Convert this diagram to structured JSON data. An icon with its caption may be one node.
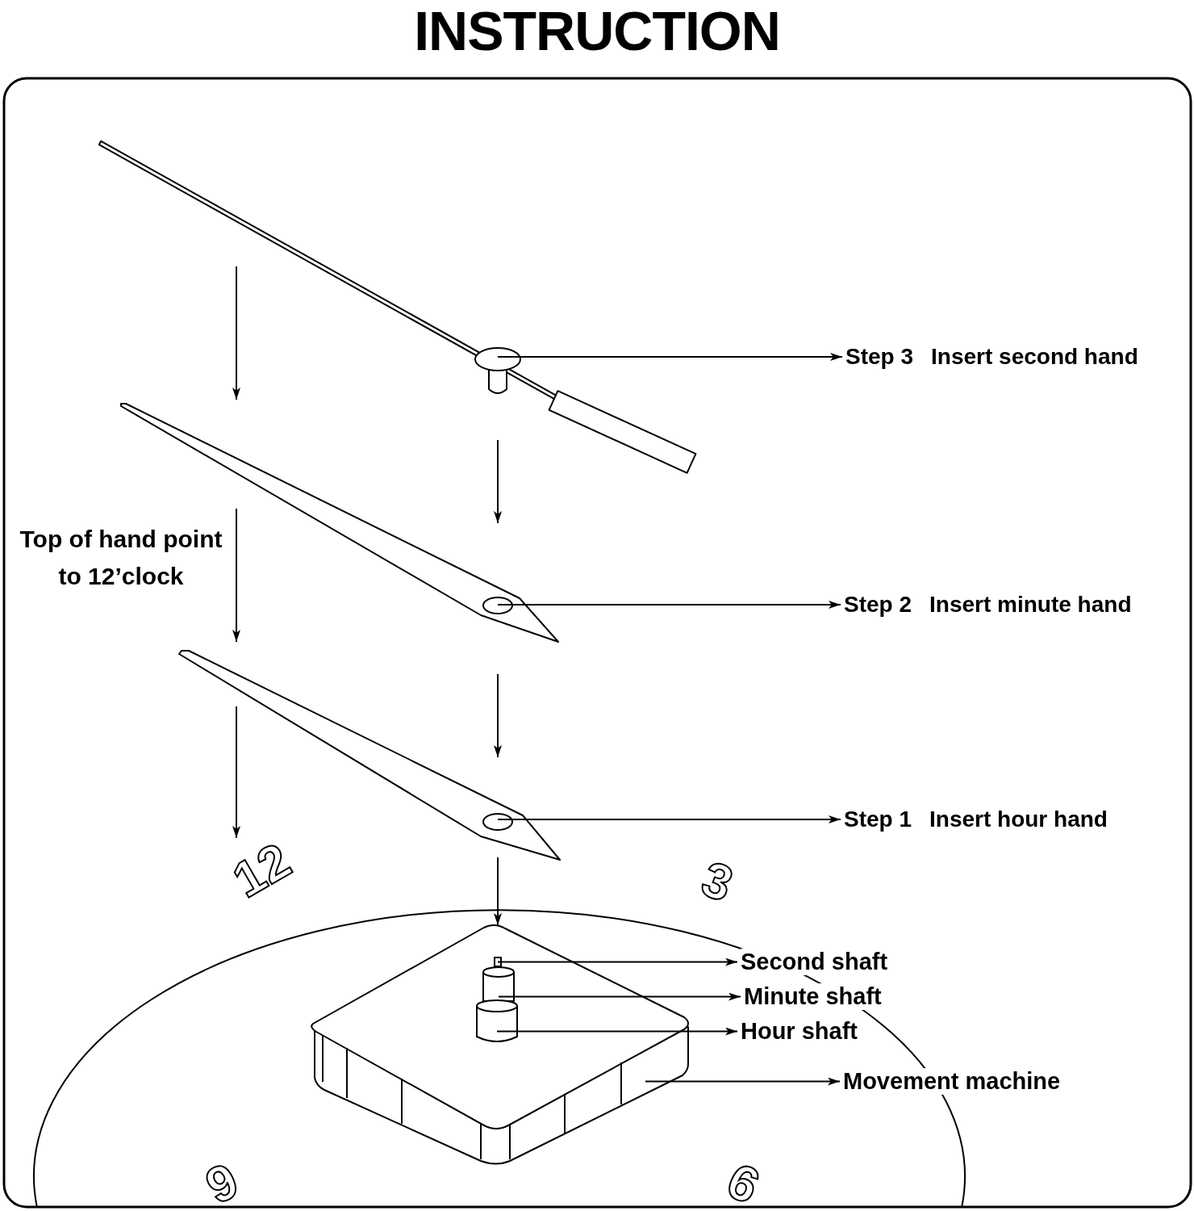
{
  "diagram": {
    "title": "INSTRUCTION",
    "nodes": [
      {
        "text": [],
        "shape": "picture"
      },
      {
        "text": [
          "Step 3",
          "Insert second hand"
        ]
      },
      {
        "text": [],
        "shape": "picture"
      },
      {
        "text": [
          "Step 2",
          "Insert minute hand"
        ]
      },
      {
        "text": [],
        "shape": "picture"
      },
      {
        "text": [
          "Step 1",
          "Insert hour hand"
        ]
      },
      {
        "text": [],
        "shape": "picture"
      },
      {
        "text": [],
        "shape": "picture",
        "in": 6
      },
      {
        "text": [
          "Second shaft"
        ]
      },
      {
        "text": [],
        "shape": "picture",
        "in": 6
      },
      {
        "text": [
          "Minute shaft"
        ]
      },
      {
        "text": [],
        "shape": "picture",
        "in": 6
      },
      {
        "text": [
          "Hour shaft"
        ]
      },
      {
        "text": [
          "Movement machine"
        ]
      }
    ],
    "edges": [
      {
        "from": 0,
        "to": 1,
        "arrow": "to"
      },
      {
        "from": 0,
        "to": 2,
        "arrow": "to"
      },
      {
        "from": 2,
        "to": 3,
        "arrow": "to"
      },
      {
        "from": 2,
        "to": 4,
        "arrow": "to"
      },
      {
        "from": 4,
        "to": 5,
        "arrow": "to"
      },
      {
        "from": 4,
        "to": 6,
        "arrow": "to"
      },
      {
        "from": 7,
        "to": 8,
        "arrow": "to"
      },
      {
        "from": 9,
        "to": 10,
        "arrow": "to"
      },
      {
        "from": 11,
        "to": 12,
        "arrow": "to"
      },
      {
        "from": 6,
        "to": 13,
        "arrow": "to"
      }
    ],
    "labels": [
      "Top of hand point to 12’clock",
      "12",
      "3",
      "9",
      "6"
    ]
  }
}
